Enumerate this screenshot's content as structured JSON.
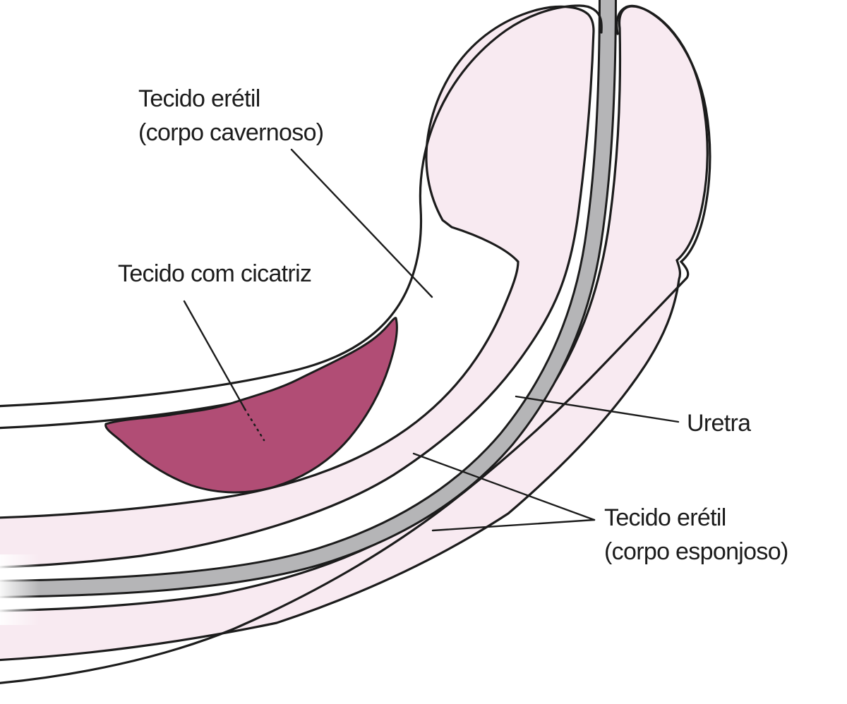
{
  "diagram": {
    "description": "Cross-section anatomical illustration of a curved penis shaft with scar tissue (Peyronie's disease), labeled in Portuguese",
    "labels": {
      "corpo_cavernoso": {
        "line1": "Tecido erétil",
        "line2": "(corpo cavernoso)"
      },
      "cicatriz": {
        "text": "Tecido com cicatriz"
      },
      "uretra": {
        "text": "Uretra"
      },
      "corpo_esponjoso": {
        "line1": "Tecido erétil",
        "line2": "(corpo esponjoso)"
      }
    },
    "structures": [
      "Tecido erétil (corpo cavernoso)",
      "Tecido com cicatriz",
      "Uretra",
      "Tecido erétil (corpo esponjoso)"
    ],
    "colors": {
      "background": "#ffffff",
      "outline": "#1c1c1c",
      "erectile_tissue_pink": "#f8eaf1",
      "urethra_gray": "#b5b5b7",
      "scar_tissue": "#b14d75"
    }
  }
}
